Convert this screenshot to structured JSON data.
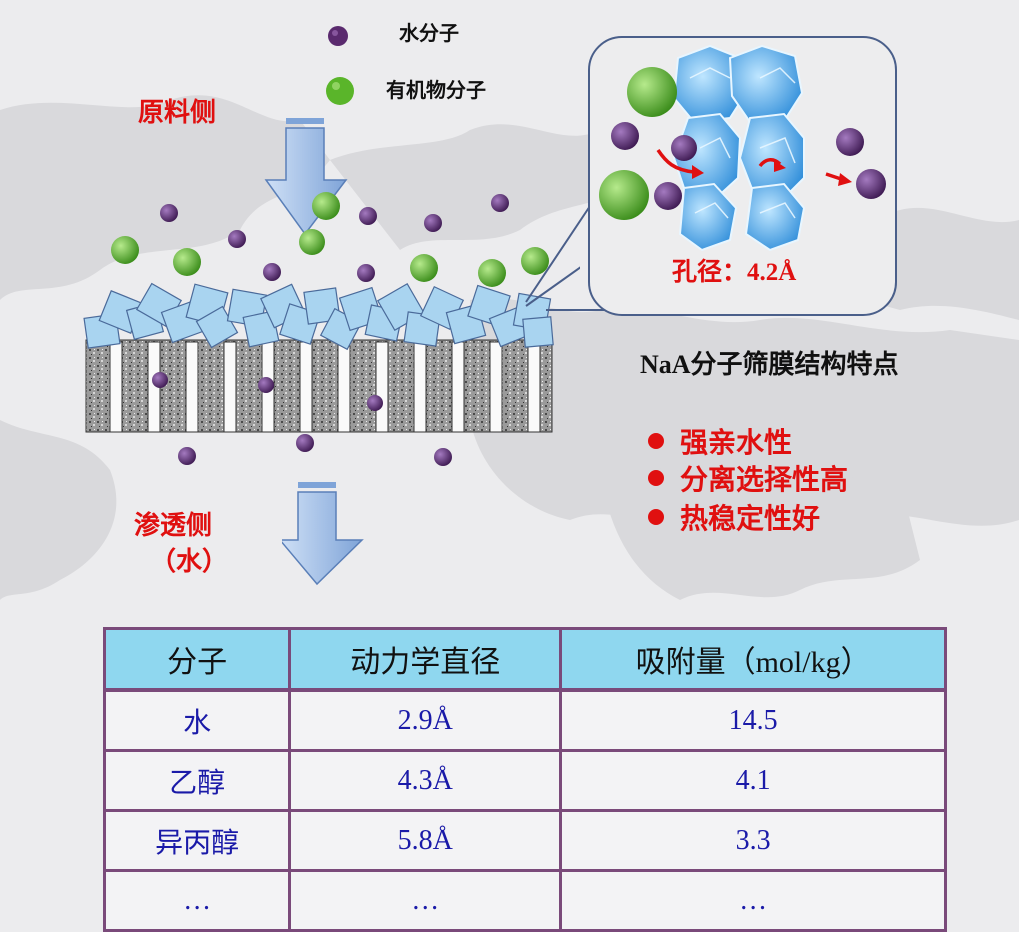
{
  "legend": {
    "water_label": "水分子",
    "organic_label": "有机物分子"
  },
  "feed_side_label": "原料侧",
  "permeate_side_label": "渗透侧",
  "permeate_side_sub": "（水）",
  "zoom": {
    "pore_label": "孔径：4.2Å"
  },
  "features": {
    "title": "NaA分子筛膜结构特点",
    "items": [
      "强亲水性",
      "分离选择性高",
      "热稳定性好"
    ]
  },
  "table": {
    "headers": [
      "分子",
      "动力学直径",
      "吸附量（mol/kg）"
    ],
    "rows": [
      [
        "水",
        "2.9Å",
        "14.5"
      ],
      [
        "乙醇",
        "4.3Å",
        "4.1"
      ],
      [
        "异丙醇",
        "5.8Å",
        "3.3"
      ],
      [
        "…",
        "…",
        "…"
      ]
    ]
  },
  "colors": {
    "water": "#5a2a6e",
    "organic": "#5ab52a",
    "accent_red": "#e01010",
    "crystal": "#a9d4f0",
    "table_header": "#8fd7ef",
    "table_border": "#7a4a7a",
    "table_text": "#1a1aa8"
  }
}
